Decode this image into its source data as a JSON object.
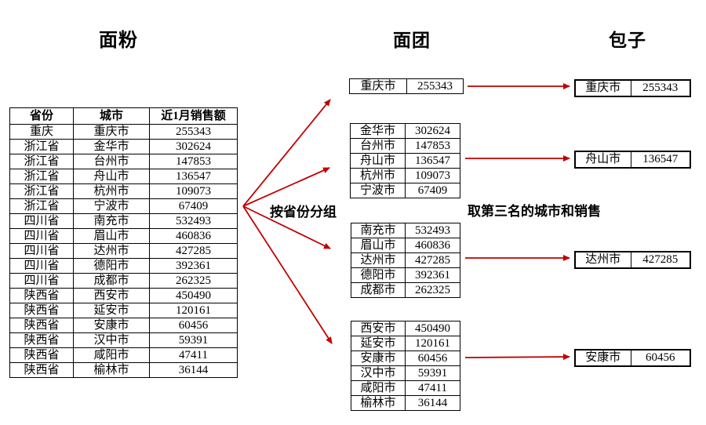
{
  "titles": {
    "flour": "面粉",
    "dough": "面团",
    "buns": "包子"
  },
  "labels": {
    "group_by": "按省份分组",
    "take_third": "取第三名的城市和销售"
  },
  "source_table": {
    "headers": [
      "省份",
      "城市",
      "近1月销售额"
    ],
    "rows": [
      [
        "重庆",
        "重庆市",
        "255343"
      ],
      [
        "浙江省",
        "金华市",
        "302624"
      ],
      [
        "浙江省",
        "台州市",
        "147853"
      ],
      [
        "浙江省",
        "舟山市",
        "136547"
      ],
      [
        "浙江省",
        "杭州市",
        "109073"
      ],
      [
        "浙江省",
        "宁波市",
        "67409"
      ],
      [
        "四川省",
        "南充市",
        "532493"
      ],
      [
        "四川省",
        "眉山市",
        "460836"
      ],
      [
        "四川省",
        "达州市",
        "427285"
      ],
      [
        "四川省",
        "德阳市",
        "392361"
      ],
      [
        "四川省",
        "成都市",
        "262325"
      ],
      [
        "陕西省",
        "西安市",
        "450490"
      ],
      [
        "陕西省",
        "延安市",
        "120161"
      ],
      [
        "陕西省",
        "安康市",
        "60456"
      ],
      [
        "陕西省",
        "汉中市",
        "59391"
      ],
      [
        "陕西省",
        "咸阳市",
        "47411"
      ],
      [
        "陕西省",
        "榆林市",
        "36144"
      ]
    ]
  },
  "group_tables": [
    {
      "rows": [
        [
          "重庆市",
          "255343"
        ]
      ]
    },
    {
      "rows": [
        [
          "金华市",
          "302624"
        ],
        [
          "台州市",
          "147853"
        ],
        [
          "舟山市",
          "136547"
        ],
        [
          "杭州市",
          "109073"
        ],
        [
          "宁波市",
          "67409"
        ]
      ]
    },
    {
      "rows": [
        [
          "南充市",
          "532493"
        ],
        [
          "眉山市",
          "460836"
        ],
        [
          "达州市",
          "427285"
        ],
        [
          "德阳市",
          "392361"
        ],
        [
          "成都市",
          "262325"
        ]
      ]
    },
    {
      "rows": [
        [
          "西安市",
          "450490"
        ],
        [
          "延安市",
          "120161"
        ],
        [
          "安康市",
          "60456"
        ],
        [
          "汉中市",
          "59391"
        ],
        [
          "咸阳市",
          "47411"
        ],
        [
          "榆林市",
          "36144"
        ]
      ]
    }
  ],
  "result_tables": [
    {
      "rows": [
        [
          "重庆市",
          "255343"
        ]
      ]
    },
    {
      "rows": [
        [
          "舟山市",
          "136547"
        ]
      ]
    },
    {
      "rows": [
        [
          "达州市",
          "427285"
        ]
      ]
    },
    {
      "rows": [
        [
          "安康市",
          "60456"
        ]
      ]
    }
  ],
  "colors": {
    "arrow": "#c00000",
    "table_border": "#000000",
    "text": "#000000",
    "background": "#ffffff"
  }
}
